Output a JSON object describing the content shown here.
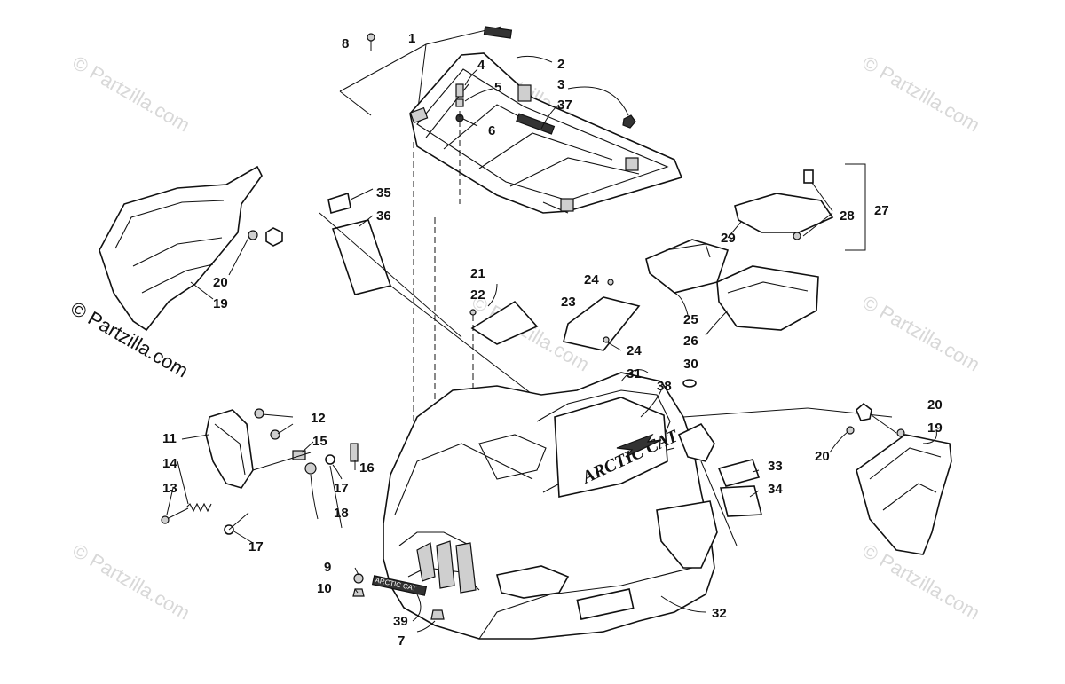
{
  "diagram": {
    "callouts": [
      "1",
      "2",
      "3",
      "4",
      "5",
      "6",
      "7",
      "8",
      "9",
      "10",
      "11",
      "12",
      "13",
      "14",
      "15",
      "16",
      "17",
      "18",
      "19",
      "20",
      "21",
      "22",
      "23",
      "24",
      "25",
      "26",
      "27",
      "28",
      "29",
      "30",
      "31",
      "32",
      "33",
      "34",
      "35",
      "36",
      "37",
      "38",
      "39"
    ],
    "labels": [
      {
        "id": "c8",
        "text": "8"
      },
      {
        "id": "c1",
        "text": "1"
      },
      {
        "id": "c2",
        "text": "2"
      },
      {
        "id": "c4",
        "text": "4"
      },
      {
        "id": "c5",
        "text": "5"
      },
      {
        "id": "c3",
        "text": "3"
      },
      {
        "id": "c37",
        "text": "37"
      },
      {
        "id": "c6",
        "text": "6"
      },
      {
        "id": "c35",
        "text": "35"
      },
      {
        "id": "c36",
        "text": "36"
      },
      {
        "id": "c20a",
        "text": "20"
      },
      {
        "id": "c19a",
        "text": "19"
      },
      {
        "id": "c27",
        "text": "27"
      },
      {
        "id": "c28",
        "text": "28"
      },
      {
        "id": "c29",
        "text": "29"
      },
      {
        "id": "c21",
        "text": "21"
      },
      {
        "id": "c22",
        "text": "22"
      },
      {
        "id": "c24a",
        "text": "24"
      },
      {
        "id": "c23",
        "text": "23"
      },
      {
        "id": "c24b",
        "text": "24"
      },
      {
        "id": "c25",
        "text": "25"
      },
      {
        "id": "c26",
        "text": "26"
      },
      {
        "id": "c30",
        "text": "30"
      },
      {
        "id": "c31",
        "text": "31"
      },
      {
        "id": "c38",
        "text": "38"
      },
      {
        "id": "c12",
        "text": "12"
      },
      {
        "id": "c11",
        "text": "11"
      },
      {
        "id": "c15",
        "text": "15"
      },
      {
        "id": "c14",
        "text": "14"
      },
      {
        "id": "c16",
        "text": "16"
      },
      {
        "id": "c13",
        "text": "13"
      },
      {
        "id": "c17a",
        "text": "17"
      },
      {
        "id": "c18",
        "text": "18"
      },
      {
        "id": "c17b",
        "text": "17"
      },
      {
        "id": "c20b",
        "text": "20"
      },
      {
        "id": "c19b",
        "text": "19"
      },
      {
        "id": "c20c",
        "text": "20"
      },
      {
        "id": "c33",
        "text": "33"
      },
      {
        "id": "c34",
        "text": "34"
      },
      {
        "id": "c9",
        "text": "9"
      },
      {
        "id": "c10",
        "text": "10"
      },
      {
        "id": "c39",
        "text": "39"
      },
      {
        "id": "c7",
        "text": "7"
      },
      {
        "id": "c32",
        "text": "32"
      }
    ],
    "watermark": {
      "text": "© Partzilla.com",
      "faint_text": "© Partzilla.com",
      "color": "#d8d8d8"
    },
    "decals": {
      "brand_text": "ARCTIC CAT",
      "front_decal_text": "ARCTIC CAT"
    },
    "colors": {
      "line": "#111111",
      "background": "#ffffff"
    }
  }
}
